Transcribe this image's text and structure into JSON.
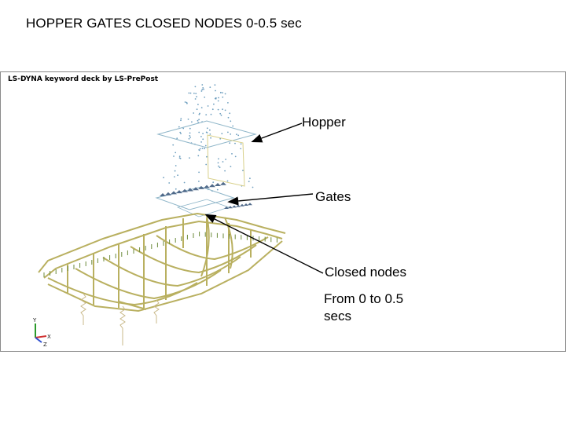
{
  "slide": {
    "title": "HOPPER GATES CLOSED NODES 0-0.5 sec"
  },
  "viewport": {
    "title": "LS-DYNA keyword deck by LS-PrePost",
    "axis_labels": {
      "y": "Y",
      "x": "X",
      "z": "Z"
    }
  },
  "callouts": {
    "hopper": "Hopper",
    "gates": "Gates",
    "closed_nodes": "Closed nodes",
    "time_range": "From 0 to 0.5 secs"
  },
  "colors": {
    "frame": "#c9c27a",
    "frame_dark": "#6b8a3a",
    "plate": "#8fb6c9",
    "nodes": "#6f9fbf",
    "arrow": "#000000"
  }
}
